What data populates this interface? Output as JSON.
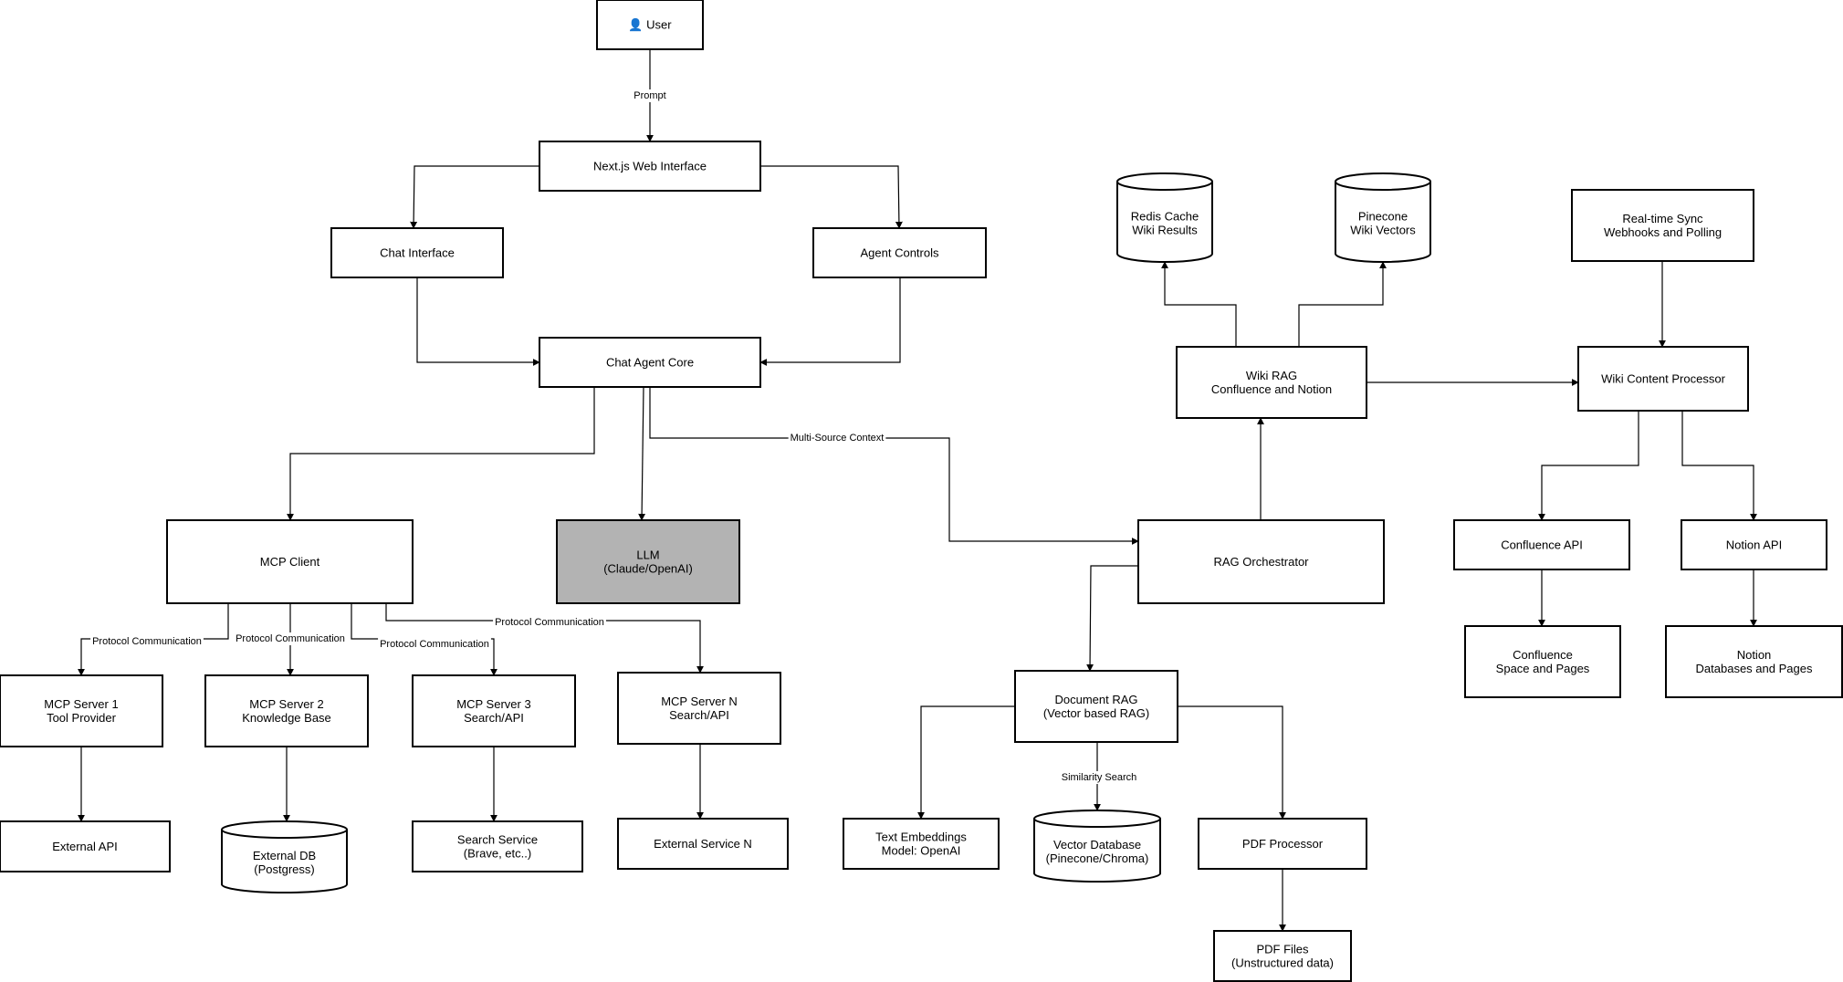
{
  "nodes": {
    "user": {
      "icon": "user-icon",
      "lines": [
        "👤 User"
      ]
    },
    "next_js_web_interface": {
      "lines": [
        "Next.js Web Interface"
      ]
    },
    "chat_interface": {
      "lines": [
        "Chat Interface"
      ]
    },
    "agent_controls": {
      "lines": [
        "Agent Controls"
      ]
    },
    "chat_agent_core": {
      "lines": [
        "Chat Agent Core"
      ]
    },
    "mcp_client": {
      "lines": [
        "MCP Client"
      ]
    },
    "llm": {
      "lines": [
        "LLM",
        "(Claude/OpenAI)"
      ]
    },
    "rag_orchestrator": {
      "lines": [
        "RAG Orchestrator"
      ]
    },
    "mcp_server_1": {
      "lines": [
        "MCP Server 1",
        "Tool Provider"
      ]
    },
    "mcp_server_2": {
      "lines": [
        "MCP Server 2",
        "Knowledge Base"
      ]
    },
    "mcp_server_3": {
      "lines": [
        "MCP Server 3",
        "Search/API"
      ]
    },
    "mcp_server_n": {
      "lines": [
        "MCP Server N",
        "Search/API"
      ]
    },
    "external_api": {
      "lines": [
        "External API"
      ]
    },
    "external_db": {
      "lines": [
        "External DB",
        "(Postgress)"
      ]
    },
    "search_service": {
      "lines": [
        "Search Service",
        "(Brave, etc..)"
      ]
    },
    "external_service_n": {
      "lines": [
        "External Service N"
      ]
    },
    "document_rag": {
      "lines": [
        "Document RAG",
        "(Vector based RAG)"
      ]
    },
    "text_embeddings": {
      "lines": [
        "Text Embeddings",
        "Model: OpenAI"
      ]
    },
    "vector_database": {
      "lines": [
        "Vector Database",
        "(Pinecone/Chroma)"
      ]
    },
    "pdf_processor": {
      "lines": [
        "PDF Processor"
      ]
    },
    "pdf_files": {
      "lines": [
        "PDF Files",
        "(Unstructured data)"
      ]
    },
    "wiki_rag": {
      "lines": [
        "Wiki RAG",
        "Confluence and Notion"
      ]
    },
    "redis_cache": {
      "lines": [
        "Redis Cache",
        "Wiki Results"
      ]
    },
    "pinecone": {
      "lines": [
        "Pinecone",
        "Wiki Vectors"
      ]
    },
    "wiki_content_processor": {
      "lines": [
        "Wiki Content Processor"
      ]
    },
    "realtime_sync": {
      "lines": [
        "Real-time Sync",
        "Webhooks and Polling"
      ]
    },
    "confluence_api": {
      "lines": [
        "Confluence API"
      ]
    },
    "notion_api": {
      "lines": [
        "Notion API"
      ]
    },
    "confluence_pages": {
      "lines": [
        "Confluence",
        "Space and Pages"
      ]
    },
    "notion_databases": {
      "lines": [
        "Notion",
        "Databases and Pages"
      ]
    }
  },
  "edge_labels": {
    "prompt": "Prompt",
    "multi_source_context": "Multi-Source Context",
    "protocol_1": "Protocol Communication",
    "protocol_2": "Protocol Communication",
    "protocol_3": "Protocol Communication",
    "protocol_n": "Protocol Communication",
    "similarity_search": "Similarity Search"
  },
  "colors": {
    "stroke": "#000000",
    "fill": "#ffffff",
    "llm_fill": "#b3b3b3"
  }
}
